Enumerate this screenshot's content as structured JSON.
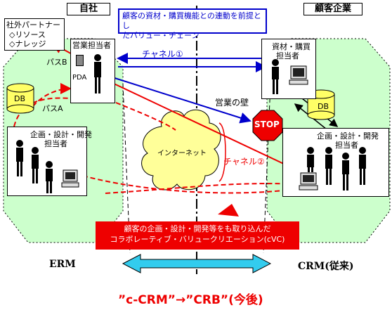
{
  "left_company": "自社",
  "right_company": "顧客企業",
  "partner_box": {
    "title": "社外パートナー",
    "items": [
      "◇リソース",
      "◇ナレッジ"
    ]
  },
  "callout_top": [
    "顧客の資材・購買機能との連動を前提とし",
    "たバリュー・チェーン"
  ],
  "sales_label": "営業担当者",
  "pda_label": "PDA",
  "path_b": "パスB",
  "path_a": "パスA",
  "db_label": "DB",
  "planning_left": [
    "企画・設計・開発",
    "担当者"
  ],
  "procurement_right": [
    "資材・購買",
    "担当者"
  ],
  "planning_right": [
    "企画・設計・開発",
    "担当者"
  ],
  "channel_1": "チャネル①",
  "channel_2": "チャネル②",
  "wall_label": "営業の壁",
  "stop_label": "STOP",
  "internet_label": "インターネット",
  "red_band": [
    "顧客の企画・設計・開発等をも取り込んだ",
    "コラボレーティブ・バリュークリエーション(cVC)"
  ],
  "erm_label": "ERM",
  "crm_label": "CRM(従来)",
  "bottom_label": "”c-CRM”→”CRB”(今後)",
  "colors": {
    "zone_green": "#ccffcc",
    "accent_red": "#ee0000",
    "accent_blue": "#0000cc",
    "db_yellow": "#ffff66",
    "cloud_yellow": "#ffff99",
    "arrow_cyan": "#33ccee"
  }
}
